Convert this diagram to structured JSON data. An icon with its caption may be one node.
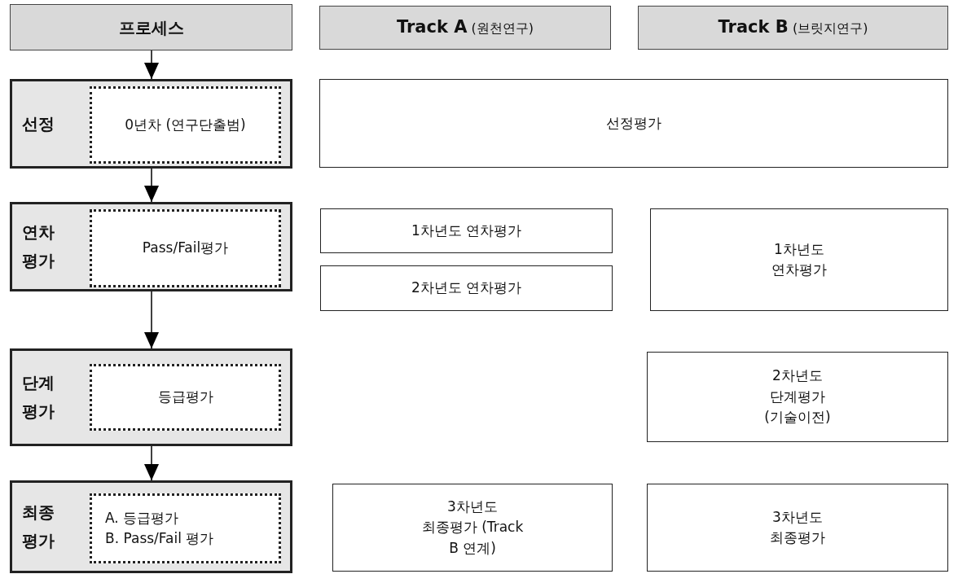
{
  "diagram": {
    "nodes": [
      {
        "text": [
          "프로세스"
        ]
      },
      {
        "text": [
          "**Track A** (원천연구)"
        ]
      },
      {
        "text": [
          "**Track B** (브릿지연구)"
        ]
      },
      {
        "text": [
          "선정"
        ]
      },
      {
        "text": [
          "0년차 (연구단출범)"
        ],
        "in": 3
      },
      {
        "text": [
          "선정평가"
        ]
      },
      {
        "text": [
          "연차 평가"
        ]
      },
      {
        "text": [
          "Pass/Fail평가"
        ],
        "in": 6
      },
      {
        "text": [
          "1차년도 연차평가"
        ]
      },
      {
        "text": [
          "2차년도 연차평가"
        ]
      },
      {
        "text": [
          "1차년도 연차평가"
        ]
      },
      {
        "text": [
          "단계 평가"
        ]
      },
      {
        "text": [
          "등급평가"
        ],
        "in": 11
      },
      {
        "text": [
          "2차년도 단계평가 (기술이전)"
        ]
      },
      {
        "text": [
          "최종 평가"
        ]
      },
      {
        "text": [
          "A. 등급평가",
          "B. Pass/Fail 평가"
        ],
        "in": 14
      },
      {
        "text": [
          "3차년도 최종평가 (Track B 연계)"
        ]
      },
      {
        "text": [
          "3차년도 최종평가"
        ]
      }
    ],
    "edges": [
      {
        "from": 0,
        "to": 3,
        "arrow": "to"
      },
      {
        "from": 3,
        "to": 6,
        "arrow": "to"
      },
      {
        "from": 6,
        "to": 11,
        "arrow": "to"
      },
      {
        "from": 11,
        "to": 14,
        "arrow": "to"
      }
    ]
  }
}
